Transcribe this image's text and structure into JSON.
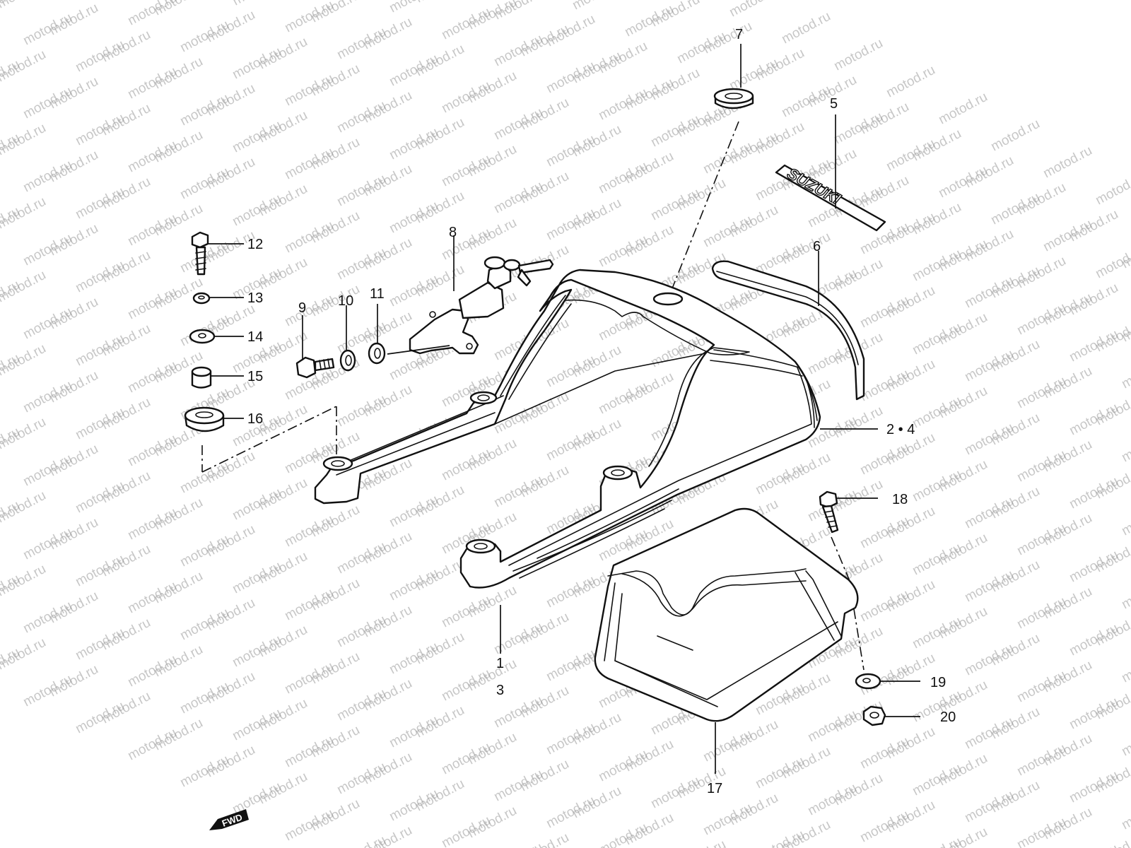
{
  "watermark": "motod.ru",
  "labels": {
    "l1": "1",
    "l3": "3",
    "l2_4": "2 • 4",
    "l5": "5",
    "l6": "6",
    "l7": "7",
    "l8": "8",
    "l9": "9",
    "l10": "10",
    "l11": "11",
    "l12": "12",
    "l13": "13",
    "l14": "14",
    "l15": "15",
    "l16": "16",
    "l17": "17",
    "l18": "18",
    "l19": "19",
    "l20": "20"
  },
  "emblem_text": "SUZUKI",
  "fwd_text": "FWD"
}
